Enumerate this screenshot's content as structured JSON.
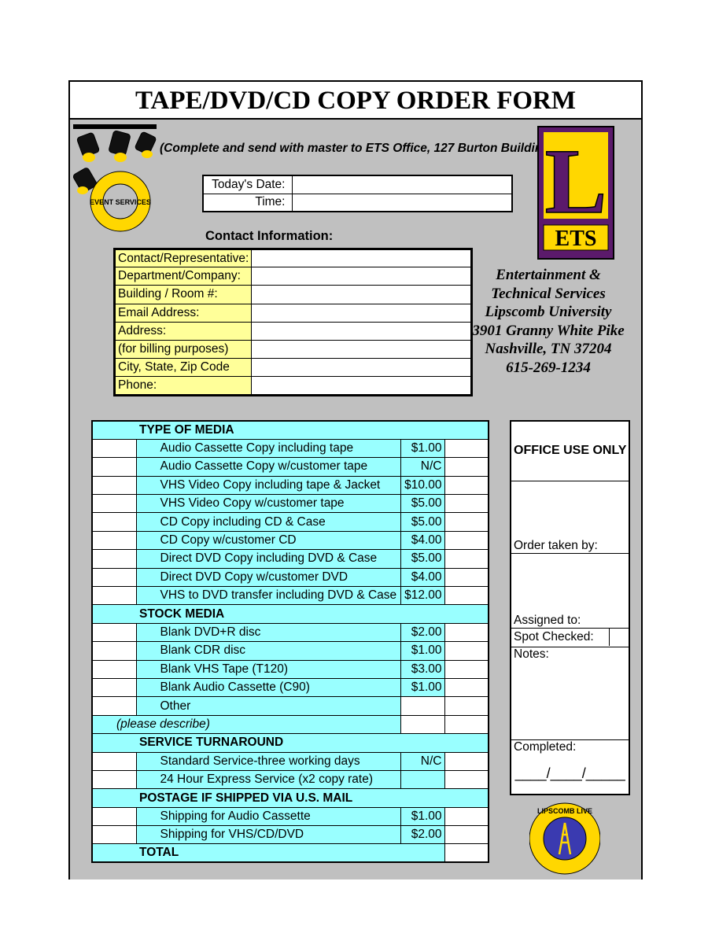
{
  "form": {
    "title": "TAPE/DVD/CD COPY ORDER FORM",
    "instructions": "(Complete and send with master to ETS Office,  127 Burton Building)"
  },
  "logos": {
    "ets_letter": "L",
    "ets_text": "ETS",
    "event_text": "EVENT SERVICES",
    "lipscomb_text": "LIPSCOMB LIVE",
    "ets_purple": "#5b1a6b",
    "ets_yellow": "#ffd700"
  },
  "date_time": {
    "date_label": "Today's Date:",
    "time_label": "Time:"
  },
  "contact": {
    "header": "Contact Information:",
    "fields": [
      "Contact/Representative:",
      "Department/Company:",
      "Building / Room #:",
      "Email Address:",
      "Address:",
      "(for billing purposes)",
      "City, State, Zip Code",
      "Phone:"
    ]
  },
  "address": {
    "lines": [
      "Entertainment &",
      "Technical Services",
      "Lipscomb University",
      "3901 Granny White Pike",
      "Nashville, TN  37204",
      "615-269-1234"
    ]
  },
  "media": {
    "type_header": "TYPE OF MEDIA",
    "type_items": [
      {
        "label": "Audio Cassette Copy including tape",
        "price": "$1.00"
      },
      {
        "label": "Audio Cassette Copy w/customer tape",
        "price": "N/C"
      },
      {
        "label": "VHS Video Copy including tape & Jacket",
        "price": "$10.00"
      },
      {
        "label": "VHS Video Copy w/customer tape",
        "price": "$5.00"
      },
      {
        "label": "CD Copy including CD & Case",
        "price": "$5.00"
      },
      {
        "label": "CD Copy w/customer CD",
        "price": "$4.00"
      },
      {
        "label": "Direct DVD Copy including DVD & Case",
        "price": "$5.00"
      },
      {
        "label": "Direct DVD Copy w/customer DVD",
        "price": "$4.00"
      },
      {
        "label": "VHS to DVD transfer including DVD & Case",
        "price": "$12.00"
      }
    ],
    "stock_header": "STOCK MEDIA",
    "stock_items": [
      {
        "label": "Blank DVD+R disc",
        "price": "$2.00"
      },
      {
        "label": "Blank CDR disc",
        "price": "$1.00"
      },
      {
        "label": "Blank VHS Tape (T120)",
        "price": "$3.00"
      },
      {
        "label": "Blank Audio Cassette (C90)",
        "price": "$1.00"
      }
    ],
    "other_label": "Other",
    "please_describe": "(please describe)",
    "service_header": "SERVICE TURNAROUND",
    "service_items": [
      {
        "label": "Standard Service-three working days",
        "price": "N/C"
      },
      {
        "label": "24 Hour Express Service (x2 copy rate)",
        "price": ""
      }
    ],
    "postage_header": "POSTAGE IF SHIPPED VIA U.S. MAIL",
    "postage_items": [
      {
        "label": "Shipping for Audio Cassette",
        "price": "$1.00"
      },
      {
        "label": "Shipping for VHS/CD/DVD",
        "price": "$2.00"
      }
    ],
    "total_label": "TOTAL"
  },
  "office": {
    "title": "OFFICE USE ONLY",
    "order_taken": "Order taken by:",
    "assigned": "Assigned to:",
    "spot_checked": "Spot Checked:",
    "notes": "Notes:",
    "completed": "Completed:",
    "date_blank": "____/____/_____"
  }
}
